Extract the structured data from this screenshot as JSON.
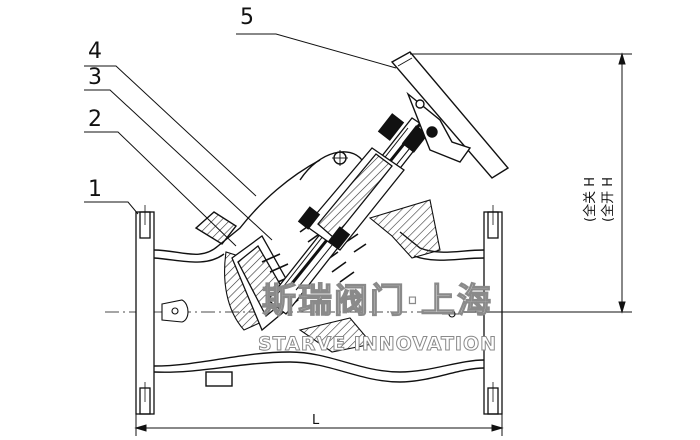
{
  "callouts": [
    {
      "label": "1"
    },
    {
      "label": "2"
    },
    {
      "label": "3"
    },
    {
      "label": "4"
    },
    {
      "label": "5"
    }
  ],
  "dimensions": {
    "length_label": "L",
    "closed_label": "(全关 H",
    "open_label": "(全开 H"
  },
  "watermark": {
    "cn": "斯瑞阀门·上海",
    "en": "STARVE INNOVATION"
  },
  "colors": {
    "line": "#111111",
    "hatch": "#333333",
    "watermark_outline": "#8a8a8a"
  }
}
